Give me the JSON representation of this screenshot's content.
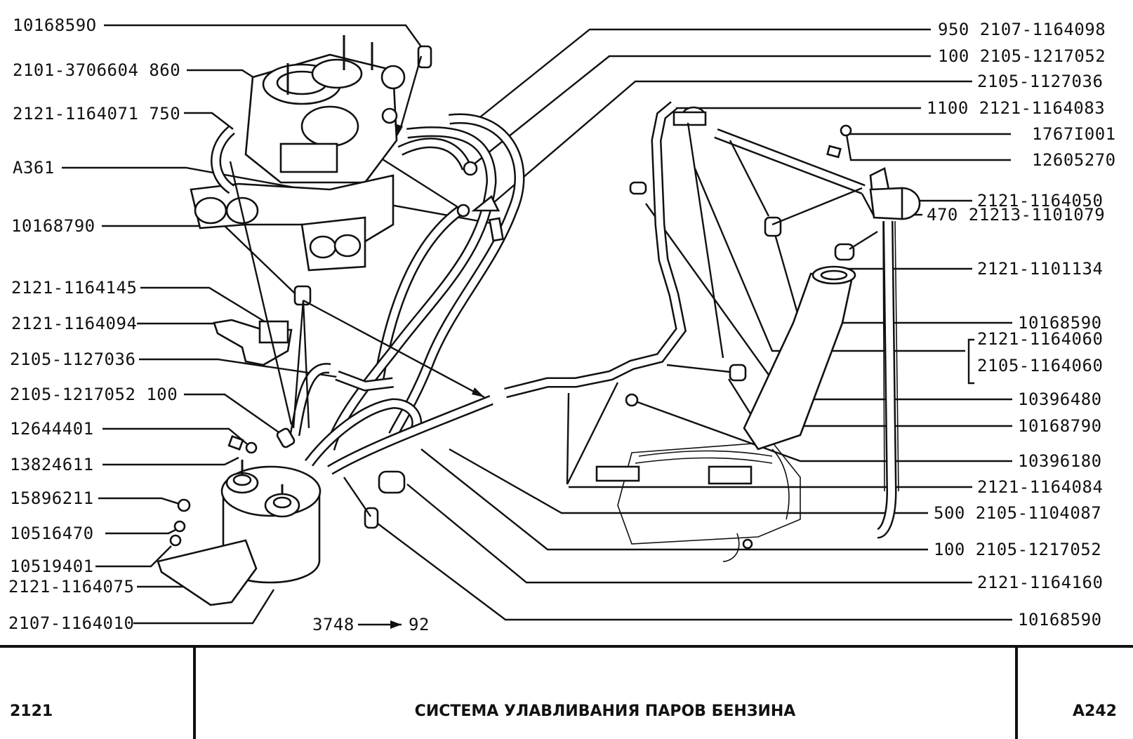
{
  "left_labels": [
    "1016859O",
    "2101-3706604 860",
    "2121-1164071 750",
    "A361",
    "10168790",
    "2121-1164145",
    "2121-1164094",
    "2105-1127036",
    "2105-1217052 100",
    "12644401",
    "13824611",
    "15896211",
    "10516470",
    "10519401",
    "2121-1164075",
    "2107-1164010"
  ],
  "right_labels": [
    "950 2107-1164098",
    "100 2105-1217052",
    "2105-1127036",
    "1100 2121-1164083",
    "1767I001",
    "12605270",
    "2121-1164050",
    "470 21213-1101079",
    "2121-1101134",
    "10168590",
    "2121-1164060",
    "2105-1164060",
    "10396480",
    "10168790",
    "10396180",
    "2121-1164084",
    "500 2105-1104087",
    "100 2105-1217052",
    "2121-1164160",
    "10168590"
  ],
  "center_ref": {
    "from": "3748",
    "to": "92"
  },
  "footer": {
    "model": "2121",
    "title": "СИСТЕМА УЛАВЛИВАНИЯ ПАРОВ БЕНЗИНА",
    "code": "A242"
  }
}
